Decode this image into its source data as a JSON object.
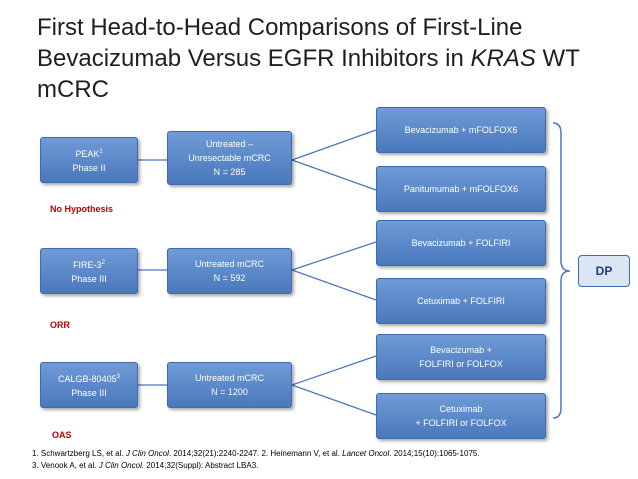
{
  "title": {
    "line1": "First Head-to-Head Comparisons of First-Line",
    "line2_before": "Bevacizumab Versus EGFR Inhibitors in ",
    "line2_italic": "KRAS",
    "line2_after": " WT",
    "line3": "mCRC"
  },
  "studies": [
    {
      "name": "PEAK",
      "sup": "1",
      "phase": "Phase II",
      "population": [
        "Untreated –",
        "Unresectable mCRC"
      ],
      "n": "N = 285",
      "arms": [
        [
          "Bevacizumab + mFOLFOX6"
        ],
        [
          "Panitumumab + mFOLFOX6"
        ]
      ],
      "hypothesis": "No Hypothesis"
    },
    {
      "name": "FIRE-3",
      "sup": "2",
      "phase": "Phase III",
      "population": [
        "Untreated mCRC"
      ],
      "n": "N = 592",
      "arms": [
        [
          "Bevacizumab + FOLFIRI"
        ],
        [
          "Cetuximab + FOLFIRI"
        ]
      ],
      "hypothesis": "ORR"
    },
    {
      "name": "CALGB-80405",
      "sup": "3",
      "phase": "Phase III",
      "population": [
        "Untreated mCRC"
      ],
      "n": "N = 1200",
      "arms": [
        [
          "Bevacizumab +",
          "FOLFIRI or FOLFOX"
        ],
        [
          "Cetuximab",
          "+ FOLFIRI or FOLFOX"
        ]
      ],
      "hypothesis": "OAS"
    }
  ],
  "dp": "DP",
  "references": {
    "line1_parts": [
      "1.   Schwartzberg LS, et al. ",
      "J Clin Oncol",
      ". 2014;32(21):2240-2247. 2. Heinemann V, et al. ",
      "Lancet Oncol",
      ". 2014;15(10):1065-1075."
    ],
    "line2_parts": [
      " 3. Venook A, et al. ",
      "J Clin Oncol.",
      " 2014;32(Suppl): Abstract LBA3."
    ]
  }
}
